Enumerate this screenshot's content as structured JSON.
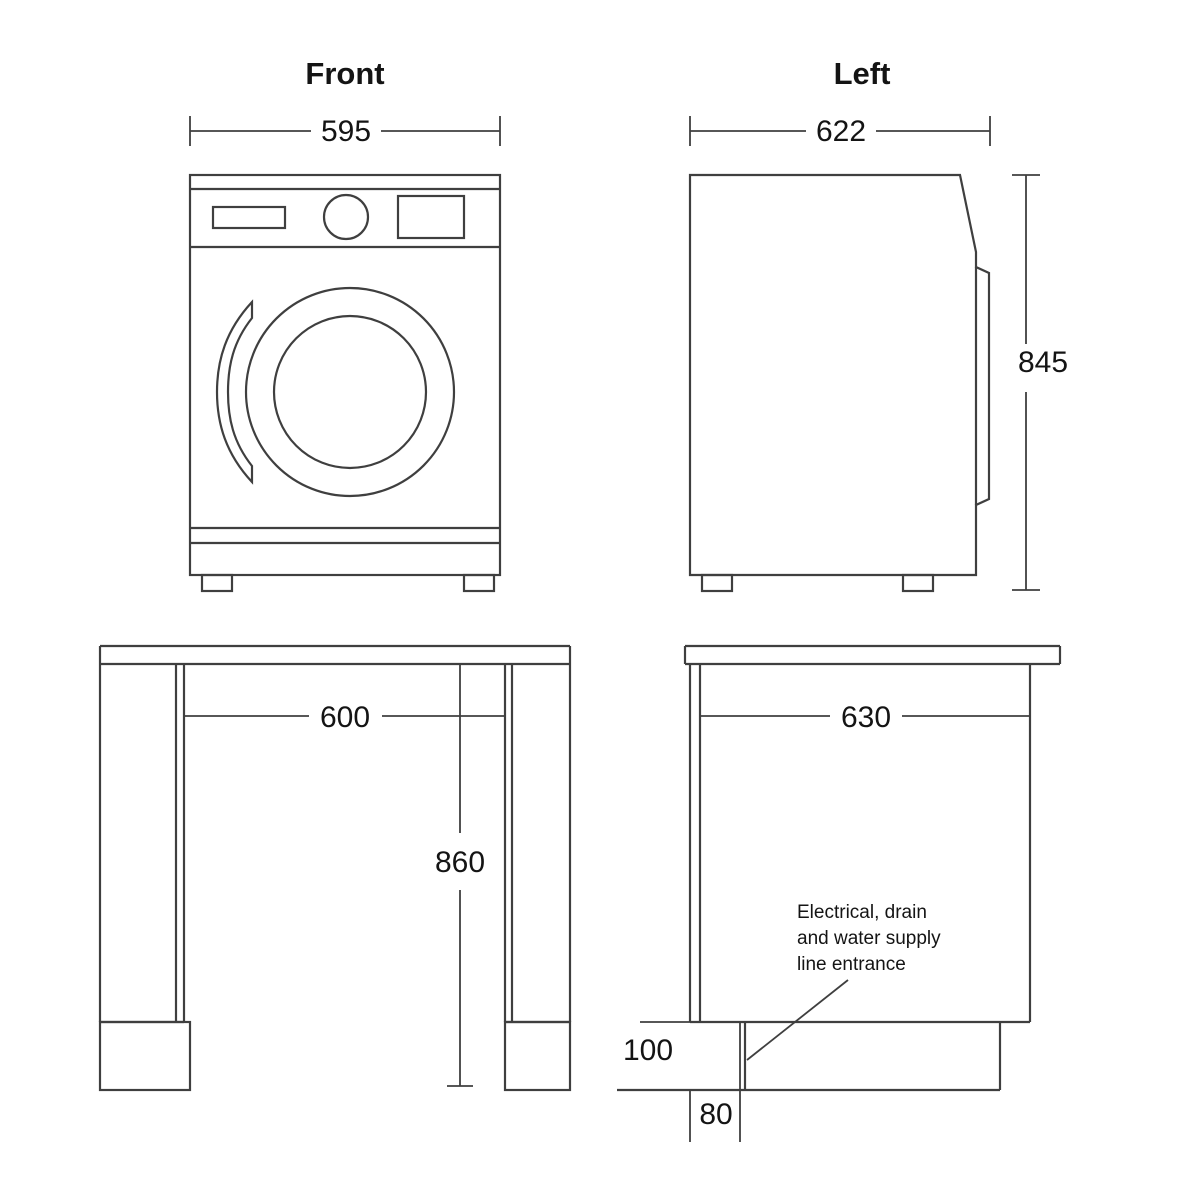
{
  "page": {
    "background": "#ffffff",
    "line_color": "#3f3f3f",
    "text_color": "#141414"
  },
  "front_view": {
    "title": "Front",
    "width_dim": "595"
  },
  "left_view": {
    "title": "Left",
    "width_dim": "622",
    "height_dim": "845"
  },
  "cutout_front": {
    "width_dim": "600",
    "height_dim": "860"
  },
  "cutout_side": {
    "width_dim": "630",
    "recess_height_dim": "100",
    "recess_depth_dim": "80",
    "note": {
      "line1": "Electrical, drain",
      "line2": "and water supply",
      "line3": "line entrance"
    }
  }
}
